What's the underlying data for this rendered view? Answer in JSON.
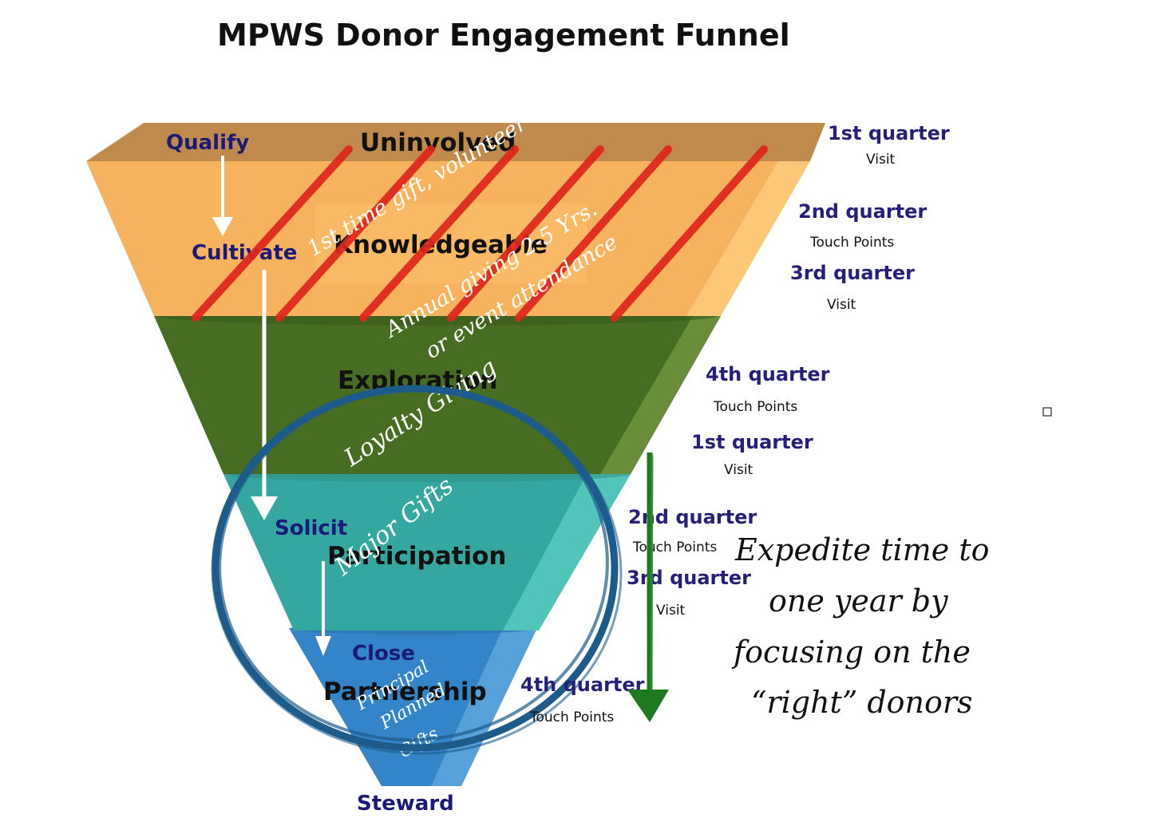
{
  "title": "MPWS Donor Engagement Funnel",
  "stages": {
    "uninvolved": "Uninvolved",
    "knowledgeable": "Knowledgeable",
    "exploration": "Exploration",
    "participation": "Participation",
    "partnership": "Partnership"
  },
  "actions": {
    "qualify": "Qualify",
    "cultivate": "Cultivate",
    "solicit": "Solicit",
    "close": "Close",
    "steward": "Steward"
  },
  "timeline": [
    {
      "quarter": "1st quarter",
      "activity": "Visit"
    },
    {
      "quarter": "2nd quarter",
      "activity": "Touch Points"
    },
    {
      "quarter": "3rd quarter",
      "activity": "Visit"
    },
    {
      "quarter": "4th quarter",
      "activity": "Touch Points"
    },
    {
      "quarter": "1st quarter",
      "activity": "Visit"
    },
    {
      "quarter": "2nd quarter",
      "activity": "Touch Points"
    },
    {
      "quarter": "3rd quarter",
      "activity": "Visit"
    },
    {
      "quarter": "4th quarter",
      "activity": "Touch Points"
    }
  ],
  "annotations": {
    "first_time": "1st time gift, volunteer",
    "annual_line1": "Annual giving 2-5 Yrs.",
    "annual_line2": "or event attendance",
    "loyalty": "Loyalty Giving",
    "major": "Major Gifts",
    "principal_line1": "Principal",
    "principal_line2": "Planned",
    "principal_line3": "Gifts",
    "expedite_line1": "Expedite time to",
    "expedite_line2": "one year by",
    "expedite_line3": "focusing on the",
    "expedite_line4": "“right” donors"
  },
  "colors": {
    "uninvolved_top": "#c08a4c",
    "knowledgeable": "#f7b25e",
    "exploration": "#466d22",
    "participation": "#34a8a0",
    "partnership": "#3384c8",
    "label_blue": "#1c1a78",
    "strike_red": "#e0261c",
    "circle_blue": "#1c5b8a",
    "arrow_green": "#1d7a20"
  }
}
